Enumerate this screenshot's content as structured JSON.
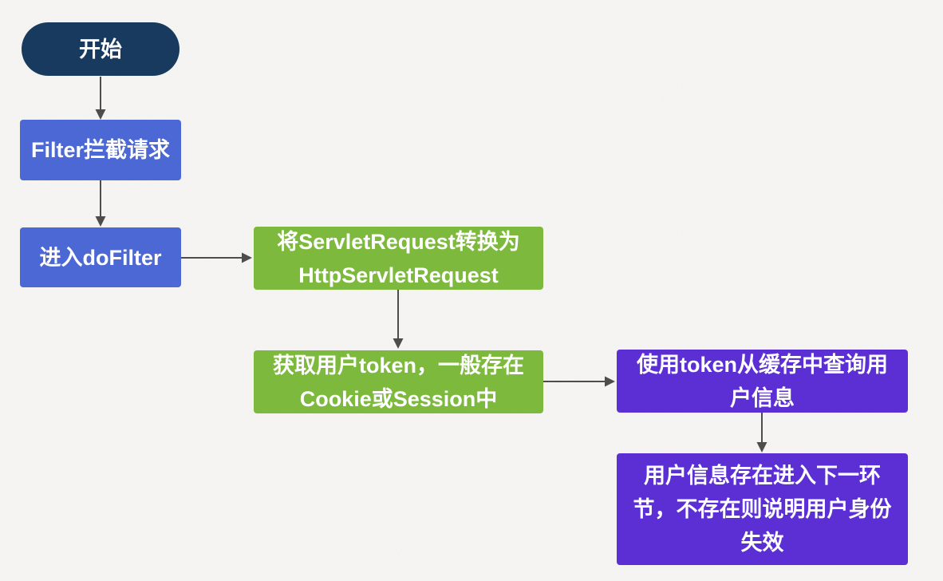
{
  "background": {
    "color": "#f6f5f3",
    "texture": "subtle-paper-noise"
  },
  "arrow_color": "#4d4d4d",
  "diagram": {
    "nodes": [
      {
        "id": "start",
        "label": "开始",
        "shape": "terminator",
        "color": "#183a5e",
        "text_color": "#ffffff"
      },
      {
        "id": "filter-intercept",
        "label": "Filter拦截请求",
        "shape": "process",
        "color": "#4b68d5",
        "text_color": "#ffffff"
      },
      {
        "id": "enter-dofilter",
        "label": "进入doFilter",
        "shape": "process",
        "color": "#4b68d5",
        "text_color": "#ffffff"
      },
      {
        "id": "convert-request",
        "label": "将ServletRequest转换为\nHttpServletRequest",
        "shape": "process",
        "color": "#7cb93c",
        "text_color": "#ffffff"
      },
      {
        "id": "get-token",
        "label": "获取用户token，一般存在\nCookie或Session中",
        "shape": "process",
        "color": "#7cb93c",
        "text_color": "#ffffff"
      },
      {
        "id": "query-user",
        "label": "使用token从缓存中查询用\n户信息",
        "shape": "process",
        "color": "#5b2fd4",
        "text_color": "#ffffff"
      },
      {
        "id": "user-check",
        "label": "用户信息存在进入下一环\n节，不存在则说明用户身份\n失效",
        "shape": "process",
        "color": "#5b2fd4",
        "text_color": "#ffffff"
      }
    ],
    "edges": [
      {
        "from": "start",
        "to": "filter-intercept",
        "direction": "down"
      },
      {
        "from": "filter-intercept",
        "to": "enter-dofilter",
        "direction": "down"
      },
      {
        "from": "enter-dofilter",
        "to": "convert-request",
        "direction": "right"
      },
      {
        "from": "convert-request",
        "to": "get-token",
        "direction": "down"
      },
      {
        "from": "get-token",
        "to": "query-user",
        "direction": "right"
      },
      {
        "from": "query-user",
        "to": "user-check",
        "direction": "down"
      }
    ]
  }
}
